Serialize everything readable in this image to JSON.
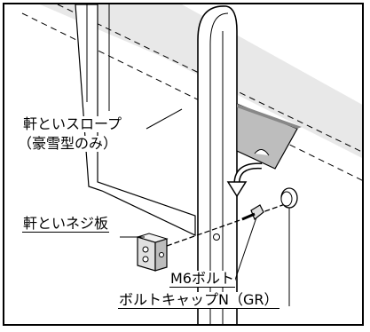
{
  "labels": {
    "gutter_slope_line1": "軒といスロープ",
    "gutter_slope_line2": "（豪雪型のみ）",
    "screw_plate": "軒といネジ板",
    "bolt": "M6ボルト",
    "bolt_cap": "ボルトキャップN（GR）"
  },
  "colors": {
    "line": "#000000",
    "slope_fill": "#d9d9d9",
    "slope_dark": "#bdbdbd",
    "background": "#ffffff"
  },
  "icons": {
    "direction_arrow": "curved-arrow-down-icon"
  }
}
